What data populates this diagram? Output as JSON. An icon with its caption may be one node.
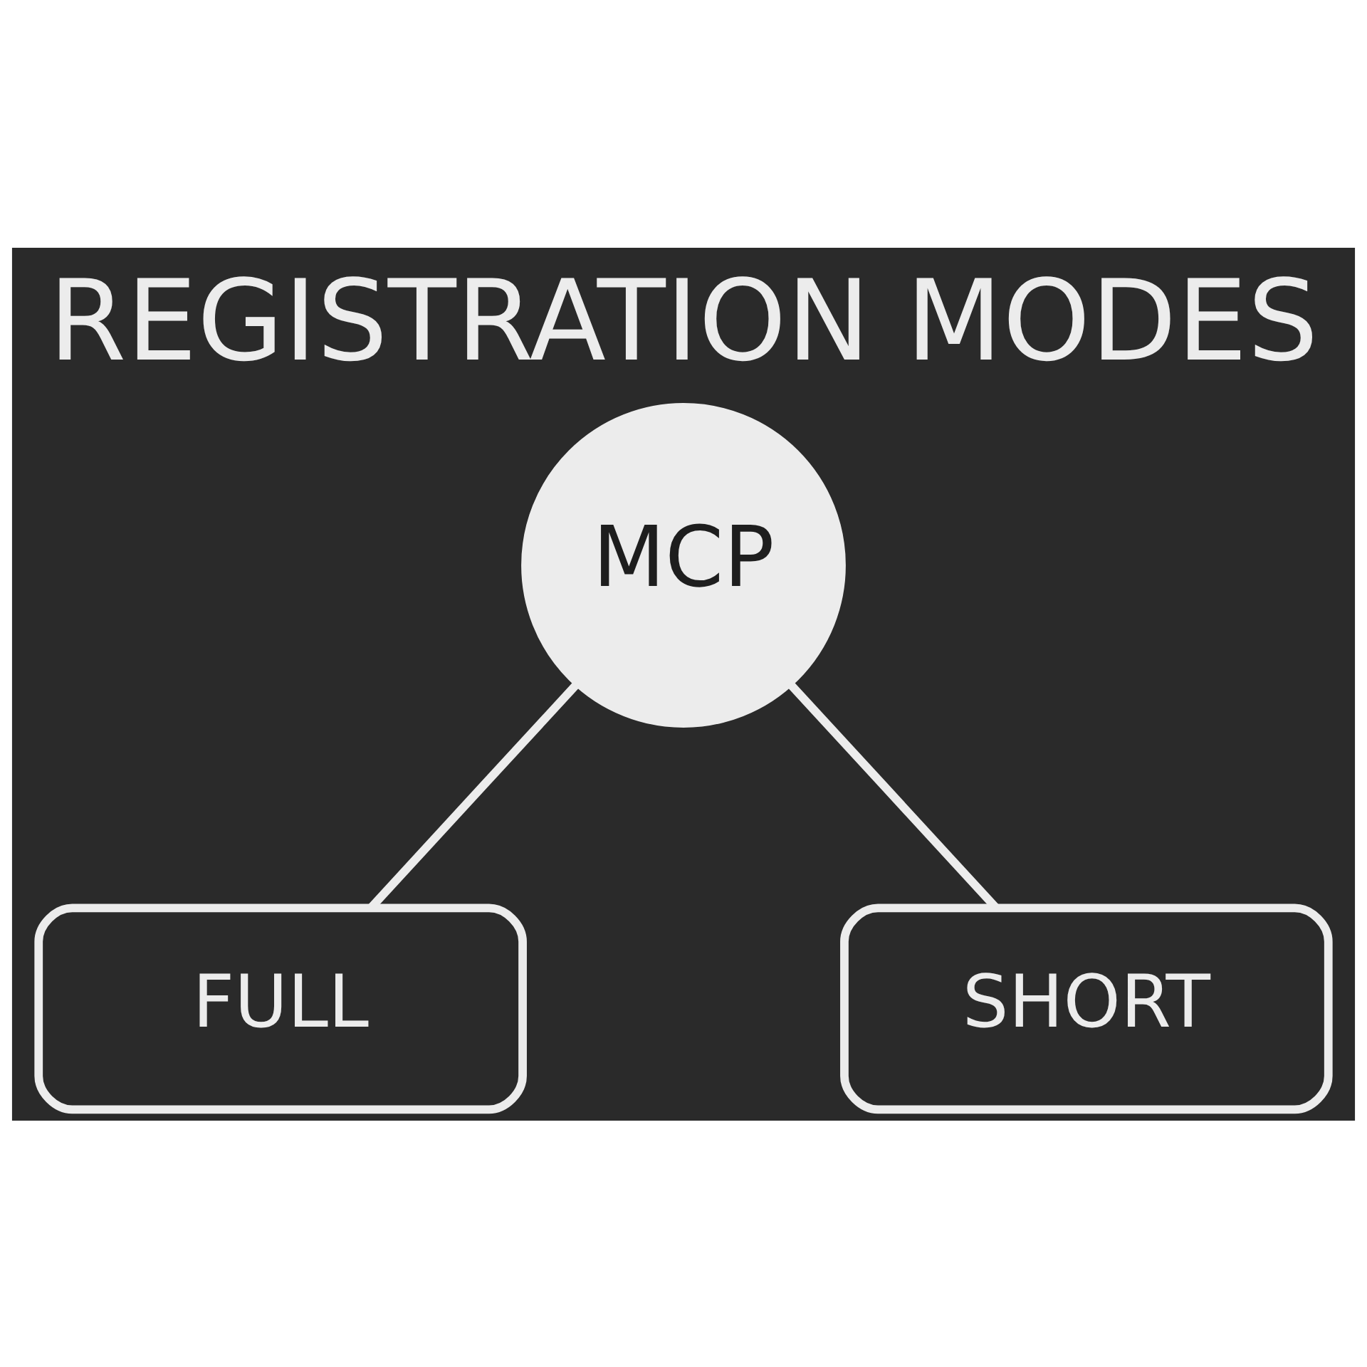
{
  "diagram": {
    "title": "REGISTRATION MODES",
    "nodes": [
      {
        "text": [
          "MCP"
        ]
      },
      {
        "text": [
          "FULL"
        ]
      },
      {
        "text": [
          "SHORT"
        ]
      }
    ],
    "edges": [
      {
        "from": 0,
        "to": 1,
        "arrow": "none"
      },
      {
        "from": 0,
        "to": 2,
        "arrow": "none"
      }
    ]
  }
}
